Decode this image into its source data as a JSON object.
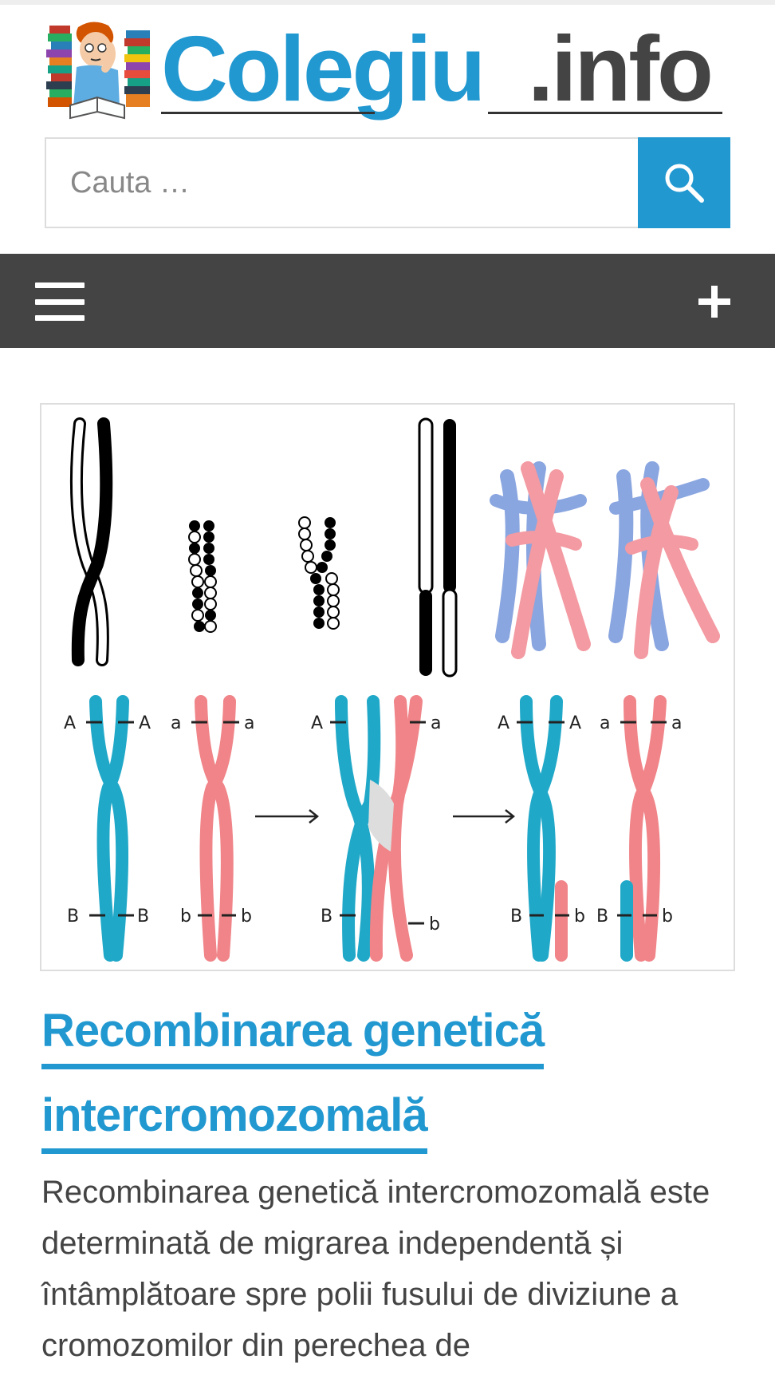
{
  "site": {
    "logo_part1": "Colegiu",
    "logo_part2": ".info"
  },
  "search": {
    "placeholder": "Cauta …"
  },
  "icons": {
    "search": "search-icon",
    "menu": "hamburger-menu-icon",
    "expand": "plus-icon"
  },
  "colors": {
    "brand_blue": "#2298d1",
    "nav_background": "#444444",
    "chromosome_teal": "#20a8c8",
    "chromosome_pink": "#f08488",
    "chromosome_lightblue": "#8aa6e0",
    "chromosome_salmon": "#f39aa2"
  },
  "featured_image": {
    "labels": {
      "A": "A",
      "a": "a",
      "B": "B",
      "b": "b"
    }
  },
  "post": {
    "title_line1": "Recombinarea genetică",
    "title_line2": "intercromozomală",
    "excerpt": "Recombinarea genetică intercromozomală este determinată de migrarea independentă și întâmplătoare spre polii fusului de diviziune a cromozomilor din perechea de"
  }
}
